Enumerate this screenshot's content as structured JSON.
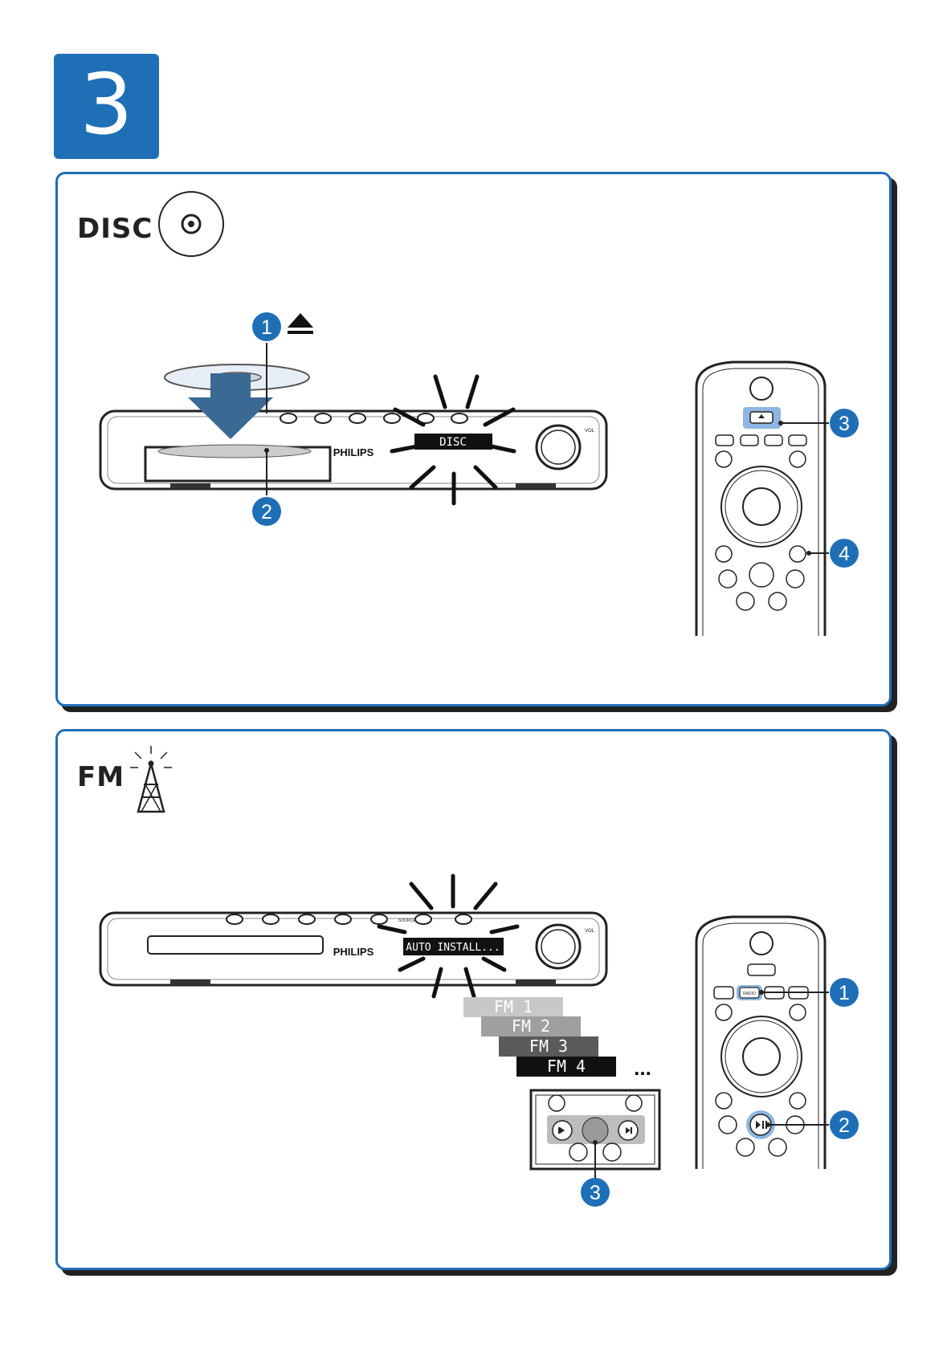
{
  "step": {
    "number": "3"
  },
  "disc_section": {
    "title": "DISC",
    "device": {
      "brand": "PHILIPS",
      "display": "DISC",
      "vol_label": "VOL"
    },
    "callouts": [
      "1",
      "2",
      "3",
      "4"
    ]
  },
  "fm_section": {
    "title": "FM",
    "device": {
      "brand": "PHILIPS",
      "display": "AUTO INSTALL...",
      "vol_label": "VOL",
      "source_label": "SOURCE"
    },
    "presets": [
      "FM 1",
      "FM 2",
      "FM 3",
      "FM 4"
    ],
    "ellipsis": "...",
    "remote_radio_label": "RADIO",
    "callouts": [
      "1",
      "2",
      "3"
    ]
  },
  "colors": {
    "accent": "#1f6fb6",
    "highlight": "#8fb6e0",
    "display_bg": "#111111"
  }
}
